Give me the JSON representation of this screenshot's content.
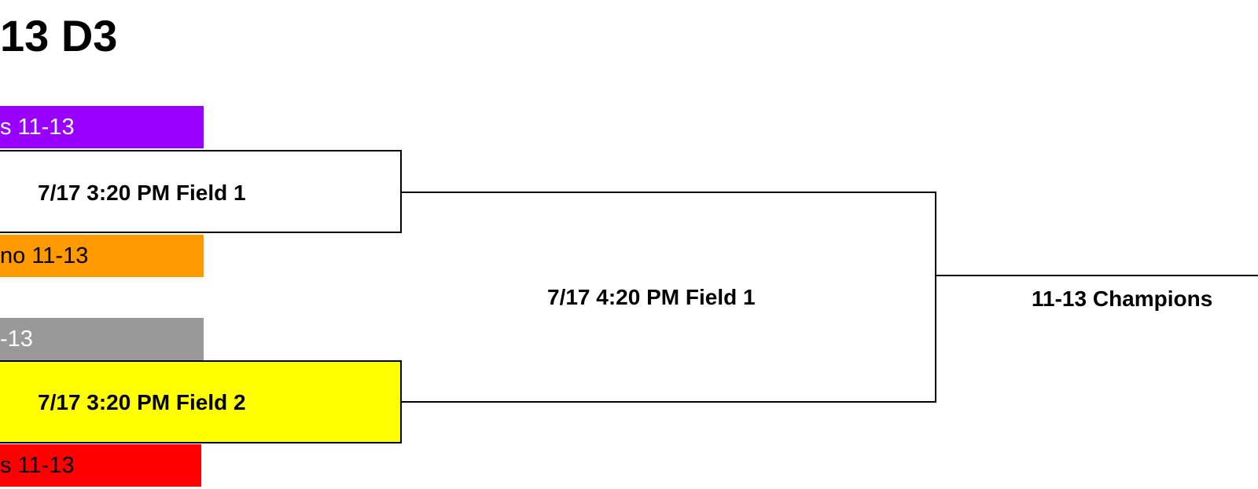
{
  "bracket": {
    "title": "13 D3",
    "teams": [
      {
        "label": "s 11-13",
        "bg": "#9900FF",
        "color": "#FFFFFF"
      },
      {
        "label": "no 11-13",
        "bg": "#FF9900",
        "color": "#000000"
      },
      {
        "label": "-13",
        "bg": "#999999",
        "color": "#FFFFFF"
      },
      {
        "label": "s 11-13",
        "bg": "#FF0000",
        "color": "#000000"
      }
    ],
    "games": {
      "semifinal_1": {
        "label": "7/17 3:20 PM Field 1",
        "bg": "#FFFFFF"
      },
      "semifinal_2": {
        "label": "7/17 3:20 PM Field 2",
        "bg": "#FFFF00"
      },
      "final": {
        "label": "7/17 4:20 PM Field 1"
      },
      "champion": {
        "label": "11-13 Champions"
      }
    }
  }
}
